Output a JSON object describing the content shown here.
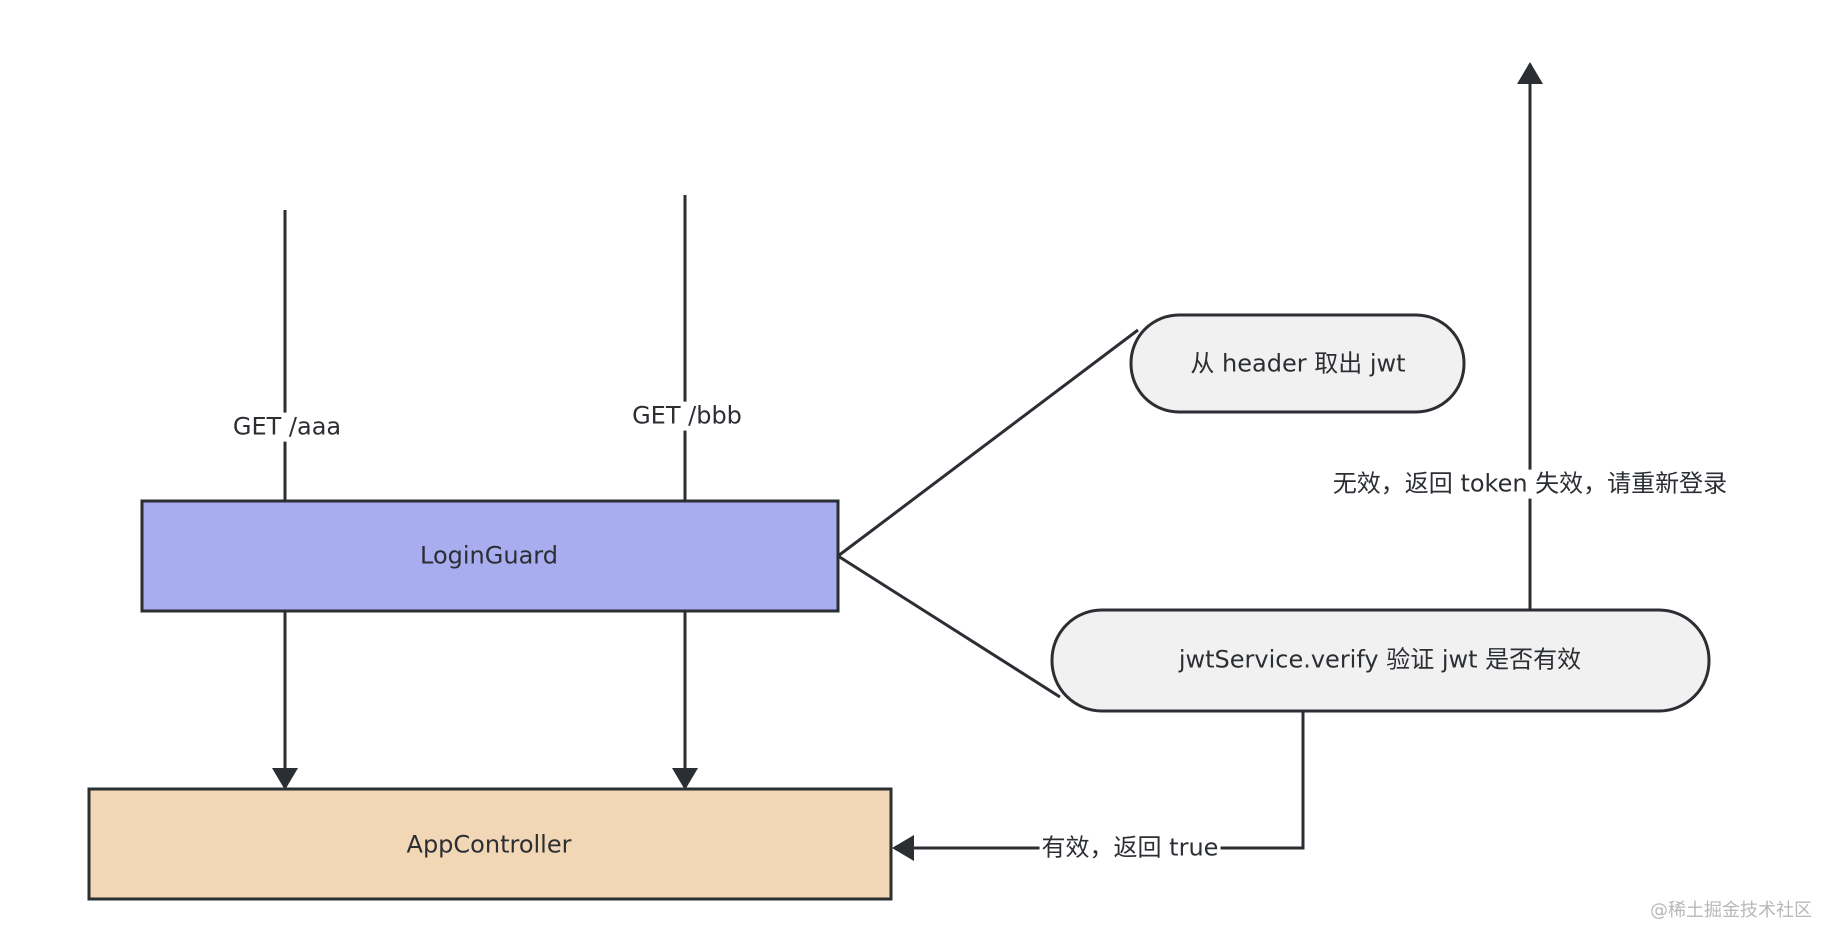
{
  "diagram": {
    "nodes": {
      "login_guard": {
        "label": "LoginGuard",
        "fill": "#a7adee"
      },
      "app_controller": {
        "label": "AppController",
        "fill": "#f2d7b7"
      },
      "extract_jwt": {
        "label": "从 header 取出 jwt",
        "fill": "#f1f1f1"
      },
      "verify_jwt": {
        "label": "jwtService.verify 验证 jwt 是否有效",
        "fill": "#f1f1f1"
      }
    },
    "edges": {
      "request_aaa": {
        "label": "GET /aaa"
      },
      "request_bbb": {
        "label": "GET /bbb"
      },
      "invalid": {
        "label": "无效，返回 token 失效，请重新登录"
      },
      "valid": {
        "label": "有效，返回 true"
      }
    },
    "stroke_color": "#2b2e33"
  },
  "watermark": "@稀土掘金技术社区"
}
